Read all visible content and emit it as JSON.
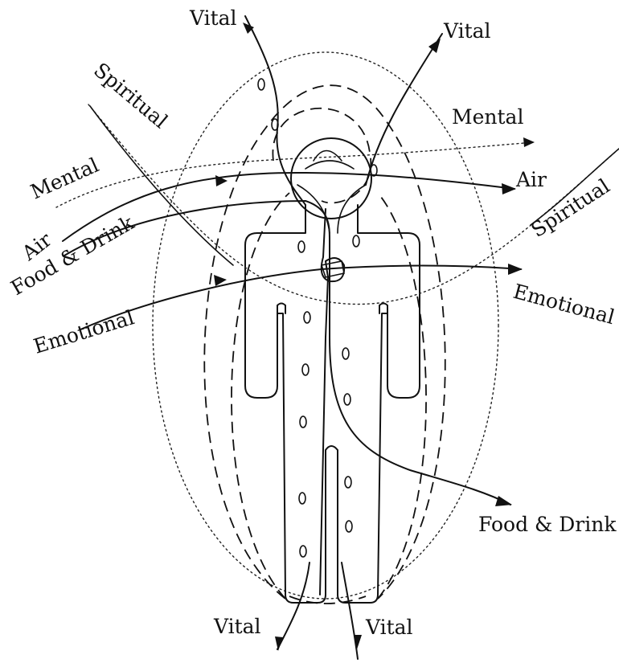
{
  "labels": {
    "vital_top_left": "Vital",
    "vital_top_right": "Vital",
    "vital_bottom_left": "Vital",
    "vital_bottom_right": "Vital",
    "spiritual_left": "Spiritual",
    "spiritual_right": "Spiritual",
    "mental_left": "Mental",
    "mental_right": "Mental",
    "air_left": "Air",
    "air_right": "Air",
    "food_left": "Food & Drink",
    "food_right": "Food & Drink",
    "emotional_left": "Emotional",
    "emotional_right": "Emotional"
  }
}
